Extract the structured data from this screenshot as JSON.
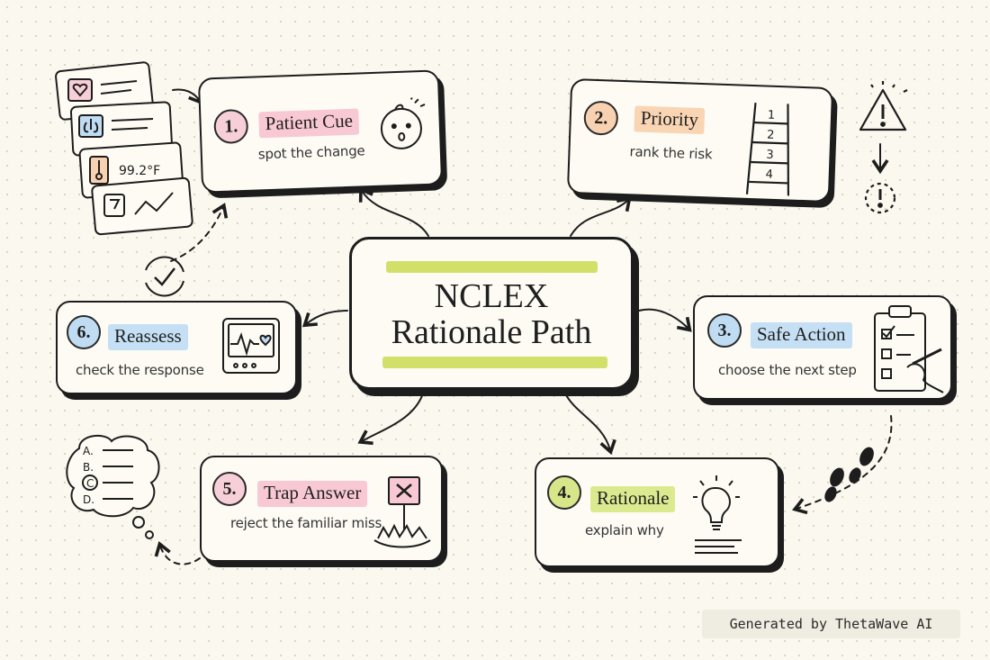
{
  "center": {
    "line1": "NCLEX",
    "line2": "Rationale Path"
  },
  "steps": [
    {
      "num": "1.",
      "title": "Patient Cue",
      "sub": "spot the change",
      "color": "#f7cfd8",
      "highlight": "#f8c9d4"
    },
    {
      "num": "2.",
      "title": "Priority",
      "sub": "rank the risk",
      "color": "#f8d2b0",
      "highlight": "#f9d5b4"
    },
    {
      "num": "3.",
      "title": "Safe Action",
      "sub": "choose the next step",
      "color": "#bfdcf3",
      "highlight": "#c5e0f4"
    },
    {
      "num": "4.",
      "title": "Rationale",
      "sub": "explain why",
      "color": "#d8e68a",
      "highlight": "#dcea8f"
    },
    {
      "num": "5.",
      "title": "Trap Answer",
      "sub": "reject the familiar miss",
      "color": "#f7cfd8",
      "highlight": "#f8c9d4"
    },
    {
      "num": "6.",
      "title": "Reassess",
      "sub": "check the response",
      "color": "#bfdcf3",
      "highlight": "#c5e0f4"
    }
  ],
  "decor": {
    "temperature": "99.2°F",
    "ladder": [
      "1",
      "2",
      "3",
      "4"
    ],
    "choices": [
      "A.",
      "B.",
      "C",
      "D."
    ]
  },
  "footer": "Generated by ThetaWave AI"
}
